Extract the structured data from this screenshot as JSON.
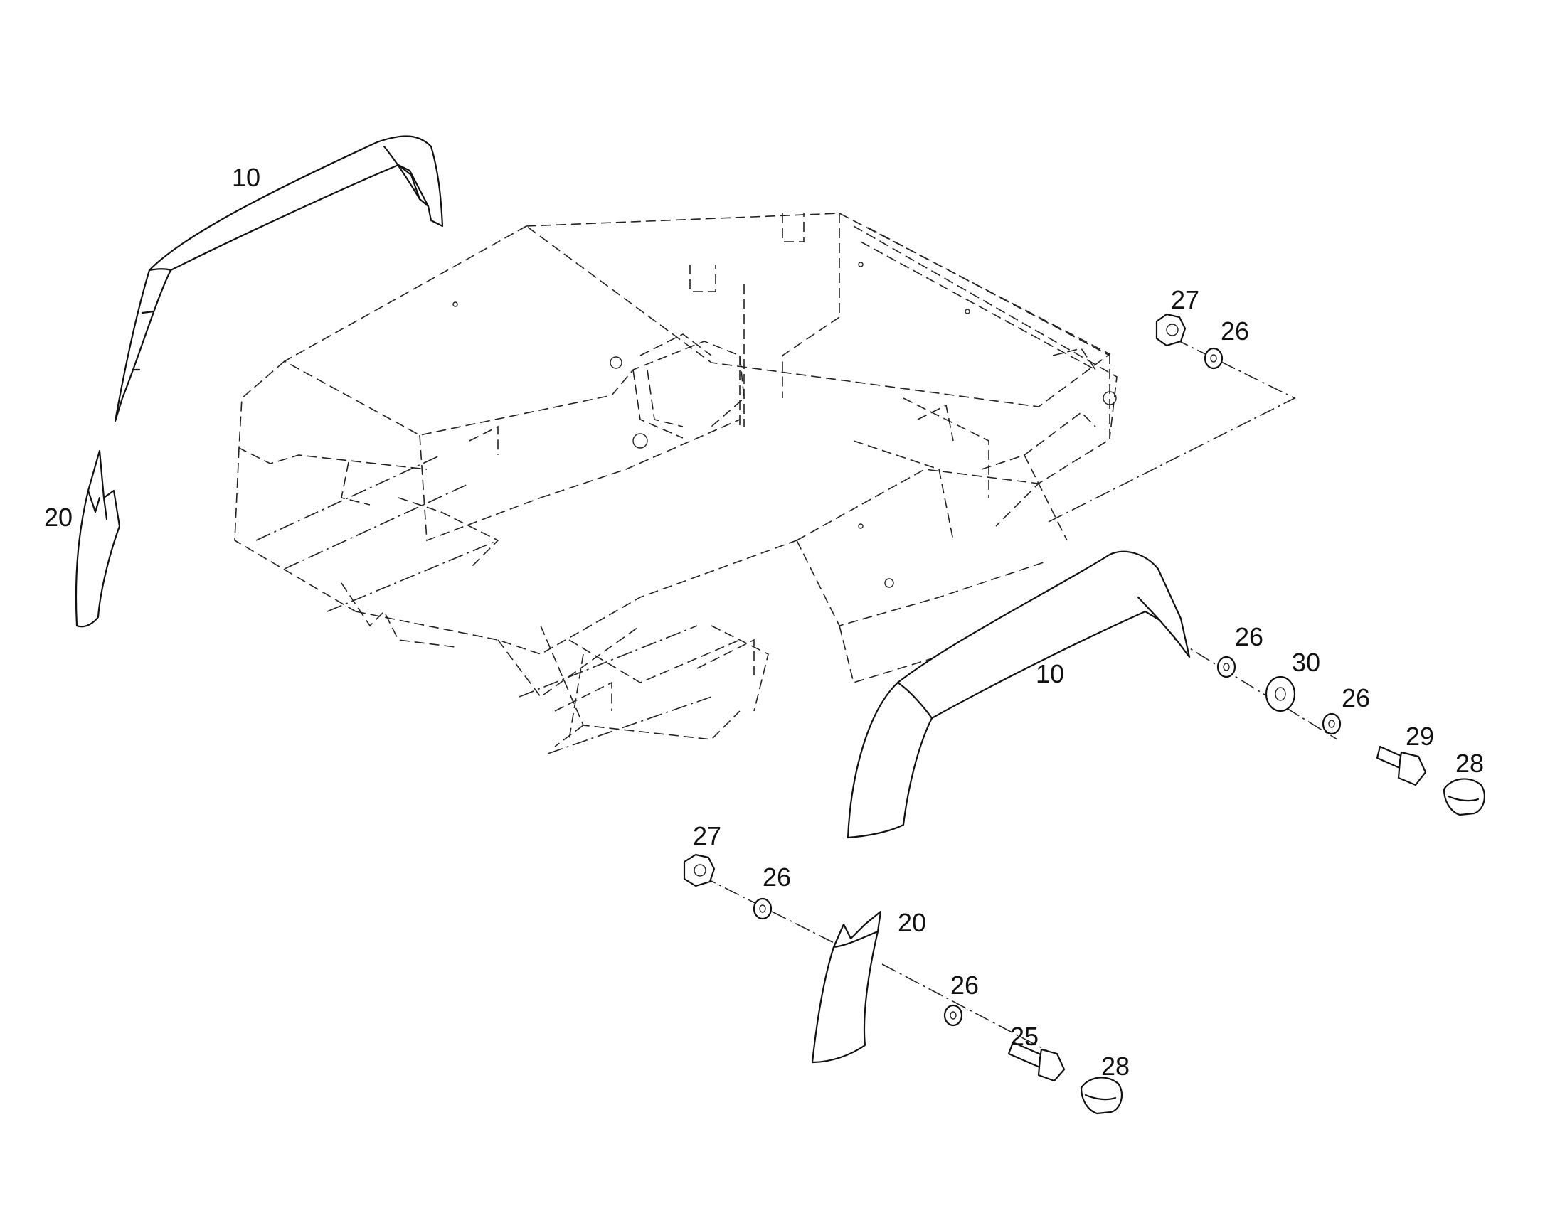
{
  "diagram": {
    "callouts": {
      "fender_upper_left": "10",
      "fender_lower_right": "10",
      "flap_left": "20",
      "flap_bottom": "20",
      "nut_top": "27",
      "washer_top": "26",
      "washer_right_1": "26",
      "spacer_right": "30",
      "washer_right_2": "26",
      "bolt_right": "29",
      "cap_right": "28",
      "nut_bottom": "27",
      "washer_bottom_1": "26",
      "washer_bottom_2": "26",
      "bolt_bottom": "25",
      "cap_bottom": "28"
    }
  }
}
